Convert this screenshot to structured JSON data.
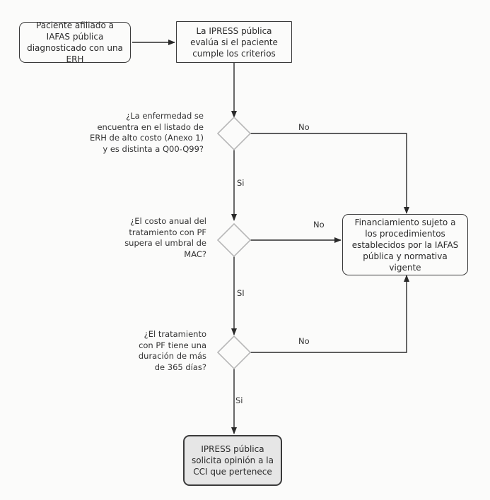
{
  "nodes": {
    "start": "Paciente afiliado a IAFAS pública diagnosticado con una ERH",
    "evaluate": "La IPRESS pública evalúa si el paciente cumple los criterios",
    "financing": "Financiamiento sujeto a los procedimientos establecidos por la IAFAS pública y normativa vigente",
    "end": "IPRESS pública solicita opinión a la CCI que pertenece"
  },
  "questions": {
    "q1": "¿La enfermedad se encuentra en el listado de ERH de alto costo (Anexo 1) y es distinta a Q00-Q99?",
    "q2": "¿El costo anual del tratamiento con PF supera el umbral de MAC?",
    "q3": "¿El tratamiento con PF tiene una duración de más de 365 días?"
  },
  "labels": {
    "no": "No",
    "si": "Si",
    "si_alt": "SI"
  }
}
